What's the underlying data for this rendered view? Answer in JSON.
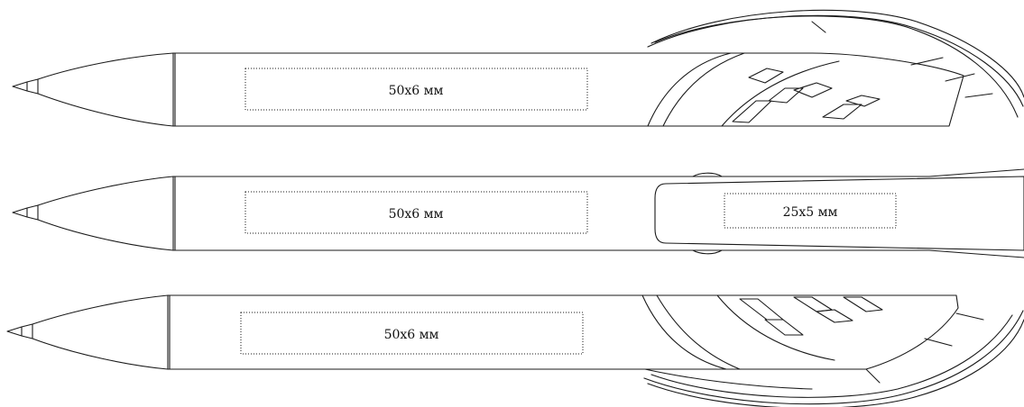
{
  "pens": [
    {
      "view": "top",
      "print_area_label": "50x6 мм"
    },
    {
      "view": "side",
      "print_area_label": "50x6 мм",
      "clip_area_label": "25x5 мм"
    },
    {
      "view": "bottom",
      "print_area_label": "50x6 мм"
    }
  ],
  "colors": {
    "line": "#1a1a1a",
    "background": "#ffffff"
  }
}
